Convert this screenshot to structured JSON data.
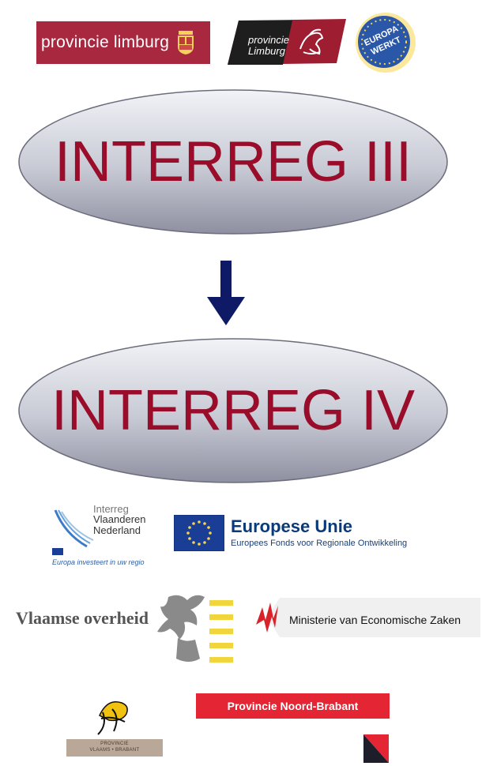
{
  "logos": {
    "prov_limburg_be": "provincie limburg",
    "prov_limburg_nl": {
      "line1": "provincie",
      "line2": "Limburg"
    },
    "europa_werkt": "EUROPA WERKT",
    "interreg_vn": {
      "line1": "Interreg",
      "line2": "Vlaanderen",
      "line3": "Nederland",
      "footer": "Europa investeert in uw regio"
    },
    "eu": {
      "title": "Europese Unie",
      "subtitle": "Europees Fonds voor Regionale Ontwikkeling"
    },
    "vlaamse": "Vlaamse overheid",
    "ez": "Ministerie van Economische Zaken",
    "vlaams_brabant": {
      "line1": "PROVINCIE",
      "line2": "VLAAMS • BRABANT"
    },
    "noord_brabant": "Provincie Noord-Brabant"
  },
  "diagram": {
    "node_from": "INTERREG III",
    "node_to": "INTERREG IV"
  },
  "colors": {
    "label": "#990d2a",
    "arrow": "#0f1a66",
    "limburg_red": "#a8293f",
    "nb_red": "#e32534",
    "eu_blue": "#0b3a7a"
  }
}
